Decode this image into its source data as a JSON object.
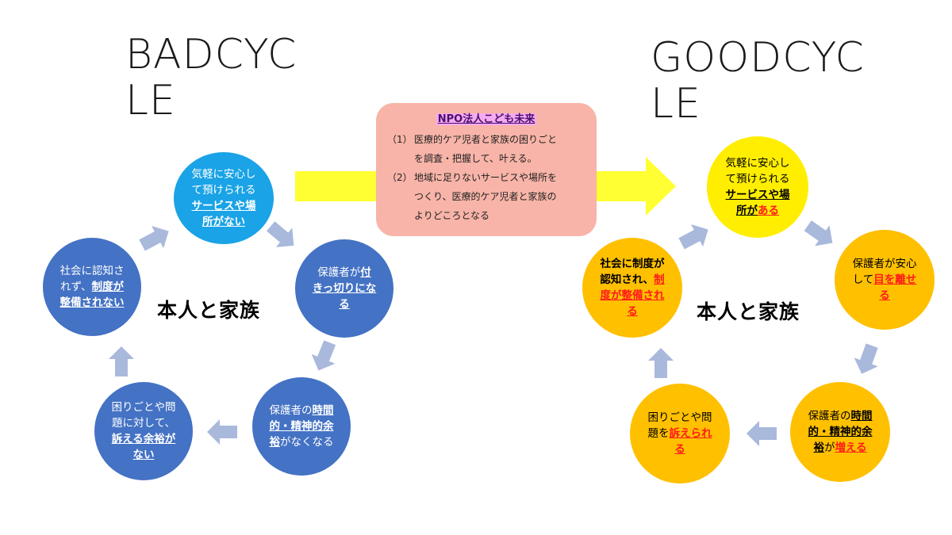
{
  "bad_title": [
    "BADCYC",
    "LE"
  ],
  "good_title": [
    "GOODCYC",
    "LE"
  ],
  "npo": {
    "title": "NPO法人こども未来",
    "items": [
      {
        "num": "（1）",
        "line1": "医療的ケア児者と家族の困りごと",
        "line2": "を調査・把握して、叶える。"
      },
      {
        "num": "（2）",
        "line1": "地域に足りないサービスや場所を",
        "line2": "つくり、医療的ケア児者と家族の",
        "line3": "よりどころとなる"
      }
    ]
  },
  "bad": {
    "center": "本人と家族",
    "c1": {
      "a": "気軽に安心し",
      "b": "て預けられる",
      "c": "サービスや場",
      "d": "所がない"
    },
    "c2": {
      "a": "保護者が",
      "b": "付",
      "c": "きっ切りにな",
      "d": "る"
    },
    "c3": {
      "a": "保護者の",
      "b": "時間",
      "c": "的・精神的余",
      "d": "裕",
      "e": "がなくなる"
    },
    "c4": {
      "a": "困りごとや問",
      "b": "題に対して、",
      "c": "訴える余裕が",
      "d": "ない"
    },
    "c5": {
      "a": "社会に認知さ",
      "b": "れず、",
      "c": "制度が",
      "d": "整備されない"
    }
  },
  "good": {
    "center": "本人と家族",
    "c1": {
      "a": "気軽に安心し",
      "b": "て預けられる",
      "c": "サービスや場",
      "d": "所が",
      "e": "ある"
    },
    "c2": {
      "a": "保護者が安心",
      "b": "して",
      "c": "目を離せ",
      "d": "る"
    },
    "c3": {
      "a": "保護者の",
      "b": "時間",
      "c": "的・精神的余",
      "d": "裕",
      "e": "が",
      "f": "増える"
    },
    "c4": {
      "a": "困りごとや問",
      "b": "題を",
      "c": "訴えられ",
      "d": "る"
    },
    "c5": {
      "a": "社会に制度が",
      "b": "認知され、",
      "c": "制",
      "d": "度が整備され",
      "e": "る"
    }
  },
  "colors": {
    "light_blue": "#1aa3e6",
    "blue": "#4472c4",
    "yellow": "#ffee00",
    "orange": "#ffc000",
    "npo_box": "#f8b4a8",
    "arrow": "#a9b9dc",
    "big_arrow": "#ffff33",
    "red": "#ff1a1a"
  }
}
